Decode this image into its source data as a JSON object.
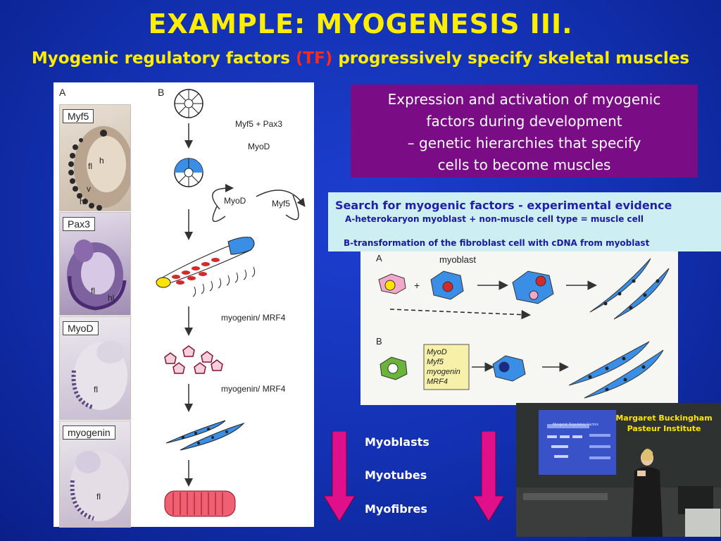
{
  "title": "EXAMPLE: MYOGENESIS III.",
  "subtitle": {
    "before": "Myogenic regulatory factors ",
    "tf": "(TF)",
    "after": " progressively specify skeletal muscles"
  },
  "left_panel": {
    "label_a": "A",
    "label_b": "B",
    "embryo_labels": [
      "Myf5",
      "Pax3",
      "MyoD",
      "myogenin"
    ],
    "embryo_marks": [
      "h",
      "fl",
      "v",
      "hl",
      "fl",
      "hl",
      "fl",
      "fl"
    ],
    "flow_labels": [
      "Myf5 + Pax3",
      "MyoD",
      "myogenin/ MRF4",
      "myogenin/ MRF4"
    ],
    "loop_labels": [
      "MyoD",
      "Myf5"
    ]
  },
  "purple_box": {
    "lines": [
      "Expression and activation of myogenic",
      "factors during development",
      "– genetic hierarchies that specify",
      "cells to become muscles"
    ]
  },
  "cyan_box": {
    "heading": "Search for myogenic factors - experimental evidence",
    "line_a": "A-heterokaryon myoblast + non-muscle cell type = muscle cell",
    "line_b": "B-transformation of the fibroblast cell with cDNA from myoblast"
  },
  "experiment_panel": {
    "label_a": "A",
    "label_b": "B",
    "myoblast": "myoblast",
    "plus": "+",
    "factor_box": [
      "MyoD",
      "Myf5",
      "myogenin",
      "MRF4"
    ]
  },
  "stages": [
    "Myoblasts",
    "Myotubes",
    "Myofibres"
  ],
  "photo": {
    "caption_line1": "Margaret Buckingham",
    "caption_line2": "Pasteur Institute",
    "screen_title": "Myogenic Regulatory Factors"
  },
  "colors": {
    "title": "#ffee00",
    "tf": "#ff2a1a",
    "purple_box": "#7a0d86",
    "cyan_box": "#cdeef2",
    "arrow": "#e0108a",
    "cell_blue": "#3a8ee6"
  }
}
